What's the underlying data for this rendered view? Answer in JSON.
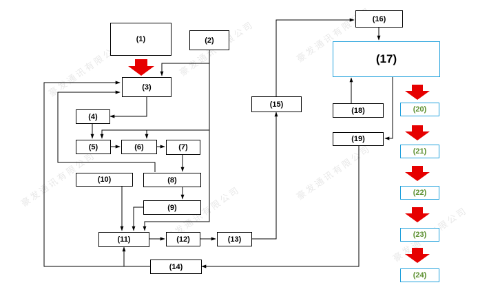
{
  "nodes": {
    "n1": "(1)",
    "n2": "(2)",
    "n3": "(3)",
    "n4": "(4)",
    "n5": "(5)",
    "n6": "(6)",
    "n7": "(7)",
    "n8": "(8)",
    "n9": "(9)",
    "n10": "(10)",
    "n11": "(11)",
    "n12": "(12)",
    "n13": "(13)",
    "n14": "(14)",
    "n15": "(15)",
    "n16": "(16)",
    "n17": "(17)",
    "n18": "(18)",
    "n19": "(19)",
    "n20": "(20)",
    "n21": "(21)",
    "n22": "(22)",
    "n23": "(23)",
    "n24": "(24)"
  },
  "watermark": "豪发通讯有限公司",
  "colors": {
    "line": "#000000",
    "accent_arrow": "#e60000",
    "highlight_border": "#1fa0dc",
    "side_text": "#5b8f2e"
  }
}
